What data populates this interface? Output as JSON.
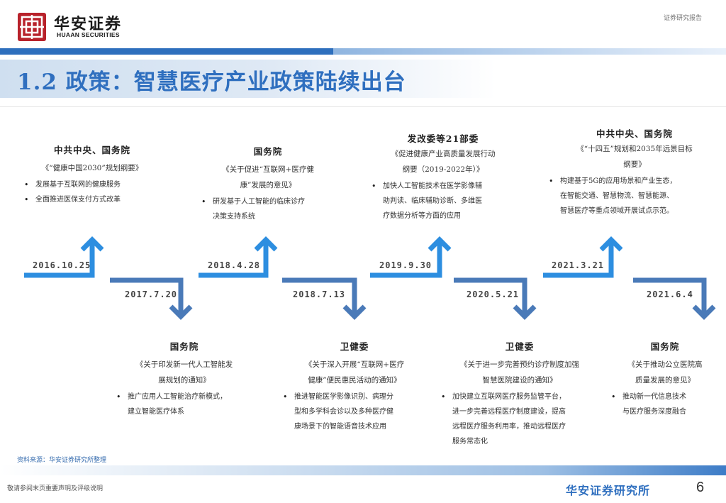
{
  "header": {
    "logo_cn": "华安证券",
    "logo_en": "HUAAN SECURITIES",
    "report_type": "证券研究报告"
  },
  "title": "1.2 政策：智慧医疗产业政策陆续出台",
  "colors": {
    "accent": "#2f6fbf",
    "arrow_up": "#2d8ee0",
    "arrow_down": "#4a7ab8",
    "brand_red": "#b8222b"
  },
  "timeline": {
    "upper": [
      {
        "date": "2016.10.25",
        "agency": "中共中央、国务院",
        "doc": [
          "《“健康中国2030”规划纲要》"
        ],
        "bullets": [
          "发展基于互联网的健康服务",
          "全面推进医保支付方式改革"
        ]
      },
      {
        "date": "2018.4.28",
        "agency": "国务院",
        "doc": [
          "《关于促进“互联网+医疗健",
          "康”发展的意见》"
        ],
        "bullets": [
          "研发基于人工智能的临床诊疗\n决策支持系统"
        ]
      },
      {
        "date": "2019.9.30",
        "agency": "发改委等21部委",
        "doc": [
          "《促进健康产业高质量发展行动",
          "纲要（2019-2022年）》"
        ],
        "bullets": [
          "加快人工智能技术在医学影像辅\n助判读、临床辅助诊断、多维医\n疗数据分析等方面的应用"
        ]
      },
      {
        "date": "2021.3.21",
        "agency": "中共中央、国务院",
        "doc": [
          "《“十四五”规划和2035年远景目标",
          "纲要》"
        ],
        "bullets": [
          "构建基于5G的应用场景和产业生态，\n在智能交通、智慧物流、智慧能源、\n智慧医疗等重点领域开展试点示范。"
        ]
      }
    ],
    "lower": [
      {
        "date": "2017.7.20",
        "agency": "国务院",
        "doc": [
          "《关于印发新一代人工智能发",
          "展规划的通知》"
        ],
        "bullets": [
          "推广应用人工智能治疗新模式，\n建立智能医疗体系"
        ]
      },
      {
        "date": "2018.7.13",
        "agency": "卫健委",
        "doc": [
          "《关于深入开展“互联网+医疗",
          "健康”便民惠民活动的通知》"
        ],
        "bullets": [
          "推进智能医学影像识别、病理分\n型和多学科会诊以及多种医疗健\n康场景下的智能语音技术应用"
        ]
      },
      {
        "date": "2020.5.21",
        "agency": "卫健委",
        "doc": [
          "《关于进一步完善预约诊疗制度加强",
          "智慧医院建设的通知》"
        ],
        "bullets": [
          "加快建立互联网医疗服务监管平台，\n进一步完善远程医疗制度建设，提高\n远程医疗服务利用率，推动远程医疗\n服务常态化"
        ]
      },
      {
        "date": "2021.6.4",
        "agency": "国务院",
        "doc": [
          "《关于推动公立医院高",
          "质量发展的意见》"
        ],
        "bullets": [
          "推动新一代信息技术\n与医疗服务深度融合"
        ]
      }
    ]
  },
  "footer": {
    "source": "资料来源：华安证券研究所整理",
    "disclaimer": "敬请参阅末页重要声明及评级说明",
    "brand": "华安证券研究所",
    "page": "6"
  }
}
